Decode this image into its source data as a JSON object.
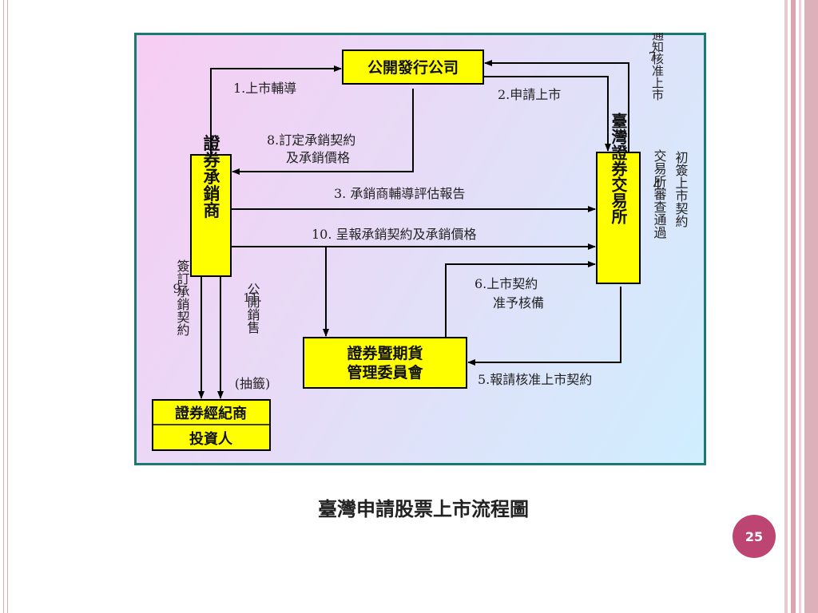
{
  "slide": {
    "caption": "臺灣申請股票上市流程圖",
    "page_number": "25"
  },
  "diagram": {
    "nodes": {
      "issuer": "公開發行公司",
      "underwriter": "證券承銷商",
      "exchange": "臺灣證券交易所",
      "fsc": [
        "證券暨期貨",
        "管理委員會"
      ],
      "broker": "證券經紀商",
      "investor": "投資人"
    },
    "edges": {
      "e1": "1.上市輔導",
      "e2": "2.申請上市",
      "e3": "3. 承銷商輔導評估報告",
      "e4a": "4.",
      "e4b": "交易所審查通過",
      "e4c": "初簽上市契約",
      "e5": "5.報請核准上市契約",
      "e6a": "6.上市契約",
      "e6b": "准予核備",
      "e7a": "7.",
      "e7b": "通知核准上市",
      "e8a": "8.訂定承銷契約",
      "e8b": "及承銷價格",
      "e9a": "9.",
      "e9b": "簽訂承銷契約",
      "e10": "10. 呈報承銷契約及承銷價格",
      "e11a": "11.",
      "e11b": "公開銷售",
      "e11c": "(抽籤)"
    }
  },
  "colors": {
    "box_fill": "#ffff00",
    "frame_border": "#187a73",
    "badge": "#bc4572"
  }
}
